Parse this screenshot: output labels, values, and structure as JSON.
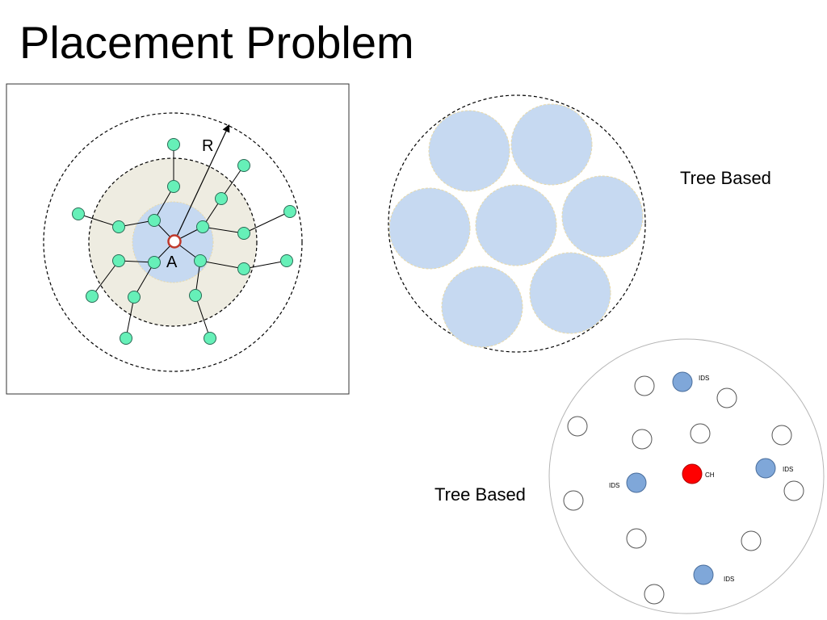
{
  "slide": {
    "title": "Placement Problem"
  },
  "figure1": {
    "center_label": "A",
    "radius_label": "R"
  },
  "figure2": {
    "label": "Tree Based",
    "sub_circle_count": 7
  },
  "figure3": {
    "label": "Tree Based",
    "cluster_head_label": "CH",
    "ids_label": "IDS"
  },
  "colors": {
    "inner_zone": "#c6d9f1",
    "middle_zone": "#eeece1",
    "node_fill": "#66f0b8",
    "center_ring": "#c0392b",
    "ids_fill": "#7fa7d9",
    "ch_fill": "#ff0000"
  }
}
